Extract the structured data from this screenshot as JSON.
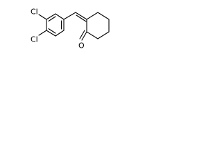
{
  "molecule": {
    "atoms": {
      "cl_upper": "Cl",
      "cl_lower": "Cl",
      "oxygen": "O"
    },
    "colors": {
      "ink": "#000000",
      "background": "#ffffff"
    }
  }
}
